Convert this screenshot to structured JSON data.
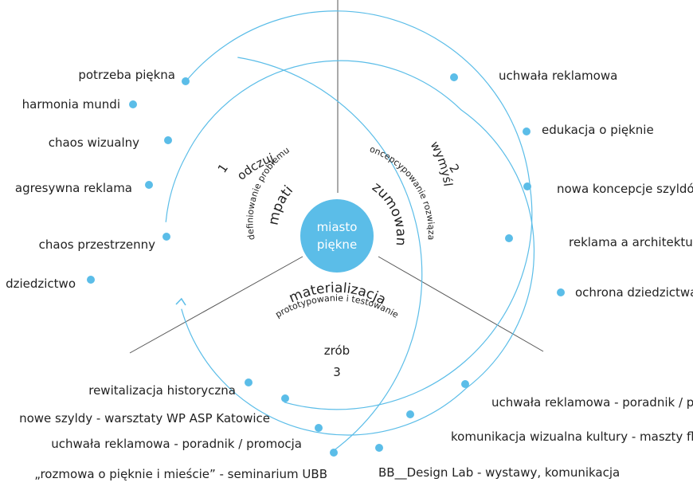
{
  "center": {
    "line1": "miasto",
    "line2": "piękne"
  },
  "colors": {
    "accent": "#5bbde8",
    "line": "#555555",
    "text": "#222222"
  },
  "sections": {
    "s1": {
      "number": "1",
      "verb": "odczuj",
      "sub": "definiowanie problemu",
      "key": "empatia"
    },
    "s2": {
      "number": "2",
      "verb": "wymyśl",
      "sub": "koncepcypowanie rozwiązań",
      "key": "rozumowanie"
    },
    "s3": {
      "number": "3",
      "verb": "zrób",
      "sub": "prototypowanie i testowanie",
      "key": "materializacja"
    }
  },
  "labels": {
    "potrzeba": "potrzeba piękna",
    "harmonia": "harmonia mundi",
    "chaos_wiz": "chaos wizualny",
    "agresywna": "agresywna reklama",
    "chaos_prz": "chaos przestrzenny",
    "dziedzictwo": "dziedzictwo",
    "uchwala_r": "uchwała reklamowa",
    "edukacja": "edukacja o pięknie",
    "nowa_konc": "nowa koncepcje szyldów",
    "reklama_arch": "reklama a architektura",
    "ochrona": "ochrona dziedzictwa",
    "rewitalizacja": "rewitalizacja historyczna",
    "nowe_szyldy": "nowe szyldy - warsztaty WP ASP Katowice",
    "uchwala_pp": "uchwała reklamowa - poradnik / promocja",
    "rozmowa": "„rozmowa o pięknie i mieście” - seminarium UBB",
    "uchwala_pr": "uchwała reklamowa - poradnik / promocja",
    "komunikacja": "komunikacja wizualna kultury - maszty flagowe",
    "bb": "BB__Design Lab - wystawy, komunikacja"
  }
}
